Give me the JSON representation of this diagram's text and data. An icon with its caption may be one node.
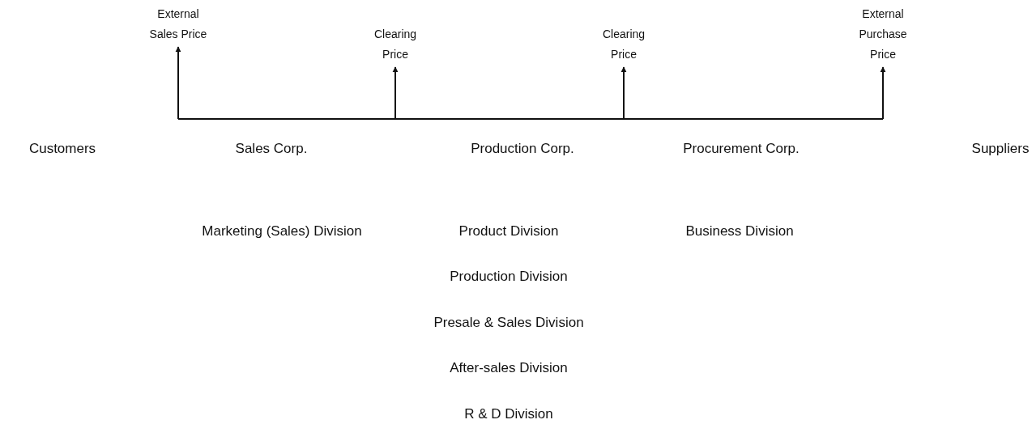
{
  "diagram": {
    "nodes": [
      {
        "text": [
          "External Sales Price"
        ]
      },
      {
        "text": [
          "Clearing Price"
        ]
      },
      {
        "text": [
          "Clearing Price"
        ]
      },
      {
        "text": [
          "External Purchase Price"
        ]
      }
    ],
    "edges": [
      {
        "from": null,
        "to": 0,
        "arrow": "to"
      },
      {
        "from": null,
        "to": 1,
        "arrow": "to"
      },
      {
        "from": null,
        "to": 2,
        "arrow": "to"
      },
      {
        "from": null,
        "to": 3,
        "arrow": "to"
      }
    ],
    "labels": [
      "Customers",
      "Sales Corp.",
      "Production Corp.",
      "Procurement Corp.",
      "Suppliers",
      "Marketing (Sales) Division",
      "Product Division",
      "Business Division",
      "Production Division",
      "Presale & Sales Division",
      "After-sales Division",
      "R & D Division"
    ]
  }
}
